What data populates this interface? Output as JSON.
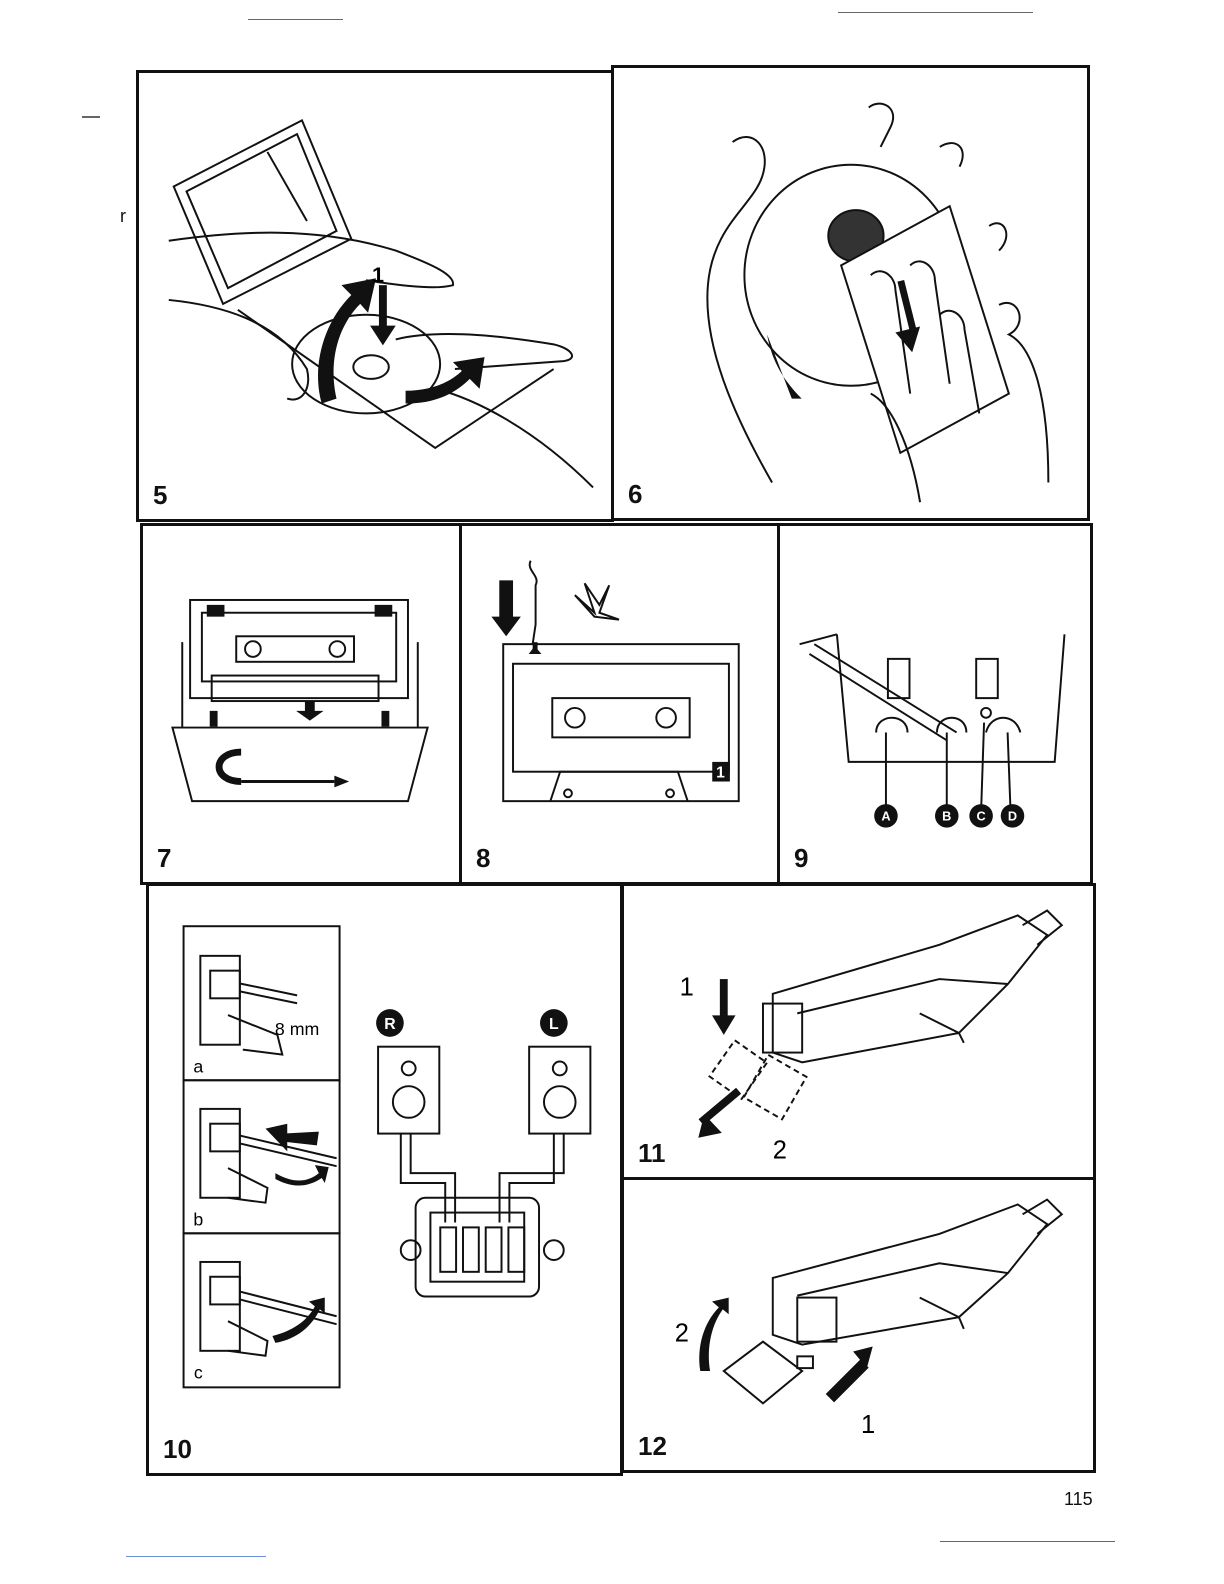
{
  "panels": [
    {
      "number": "5",
      "step_label": "1"
    },
    {
      "number": "6"
    },
    {
      "number": "7"
    },
    {
      "number": "8",
      "tab_label": "1"
    },
    {
      "number": "9",
      "labels": [
        "A",
        "B",
        "C",
        "D"
      ]
    },
    {
      "number": "10",
      "sub_labels": [
        "a",
        "b",
        "c"
      ],
      "measure": "8 mm",
      "channels": [
        "R",
        "L"
      ]
    },
    {
      "number": "11",
      "step_labels": [
        "1",
        "2"
      ]
    },
    {
      "number": "12",
      "step_labels": [
        "2",
        "1"
      ]
    }
  ],
  "page_number": "115",
  "margin_mark": "r"
}
